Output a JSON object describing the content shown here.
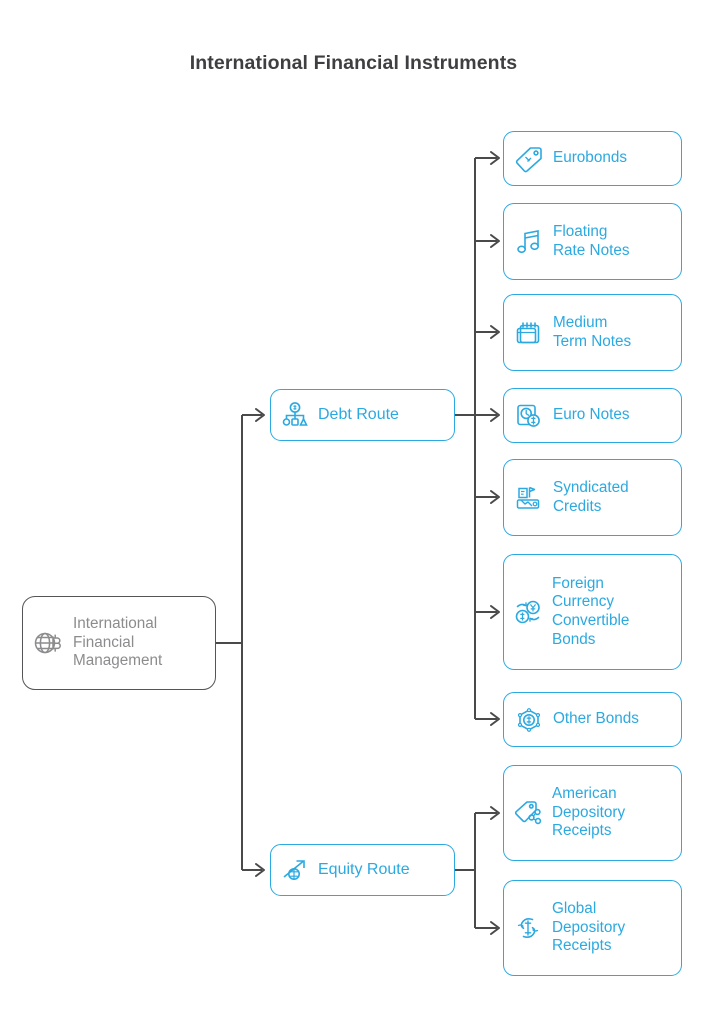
{
  "title": "International Financial Instruments",
  "colors": {
    "accent_blue": "#2ba9e0",
    "root_text": "#8c8c8e",
    "root_border": "#555558",
    "connector": "#4a4a4a",
    "title_text": "#3f3f41",
    "background": "#ffffff"
  },
  "diagram": {
    "type": "tree",
    "orientation": "left-to-right",
    "root": {
      "label_lines": [
        "International",
        "Financial",
        "Management"
      ],
      "icon": "globe-currency-icon"
    },
    "branches": [
      {
        "id": "debt",
        "label": "Debt Route",
        "icon": "hierarchy-dollar-icon",
        "children": [
          {
            "label_lines": [
              "Eurobonds"
            ],
            "icon": "price-tag-icon"
          },
          {
            "label_lines": [
              "Floating",
              "Rate Notes"
            ],
            "icon": "music-note-icon"
          },
          {
            "label_lines": [
              "Medium",
              "Term Notes"
            ],
            "icon": "calendar-icon"
          },
          {
            "label_lines": [
              "Euro Notes"
            ],
            "icon": "document-clock-dollar-icon"
          },
          {
            "label_lines": [
              "Syndicated",
              "Credits"
            ],
            "icon": "handshake-money-icon"
          },
          {
            "label_lines": [
              "Foreign",
              "Currency",
              "Convertible",
              "Bonds"
            ],
            "icon": "currency-exchange-icon"
          },
          {
            "label_lines": [
              "Other Bonds"
            ],
            "icon": "hexagon-dollar-icon"
          }
        ]
      },
      {
        "id": "equity",
        "label": "Equity Route",
        "icon": "growth-arrow-icon",
        "children": [
          {
            "label_lines": [
              "American",
              "Depository",
              "Receipts"
            ],
            "icon": "tag-network-icon"
          },
          {
            "label_lines": [
              "Global",
              "Depository",
              "Receipts"
            ],
            "icon": "hands-dollar-icon"
          }
        ]
      }
    ]
  }
}
